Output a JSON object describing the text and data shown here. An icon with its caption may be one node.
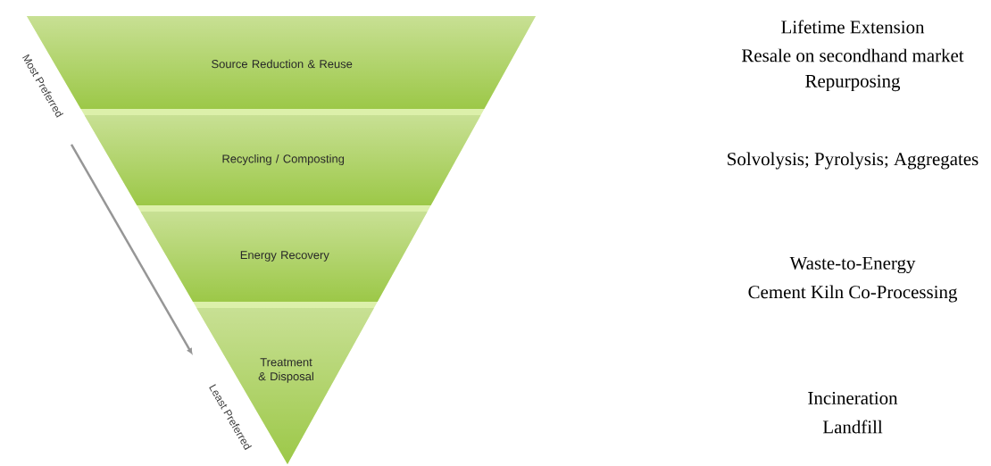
{
  "diagram": {
    "nodes": [
      {
        "text": [
          "Source Reduction & Reuse"
        ]
      },
      {
        "text": [
          "Recycling / Composting"
        ]
      },
      {
        "text": [
          "Energy Recovery"
        ]
      },
      {
        "text": [
          "Treatment & Disposal"
        ]
      }
    ],
    "labels": [
      "Most Preferred",
      "Least Preferred",
      "Lifetime Extension",
      "Resale on secondhand market",
      "Repurposing",
      "Solvolysis; Pyrolysis; Aggregates",
      "Waste-to-Energy",
      "Cement Kiln Co-Processing",
      "Incineration",
      "Landfill"
    ]
  }
}
